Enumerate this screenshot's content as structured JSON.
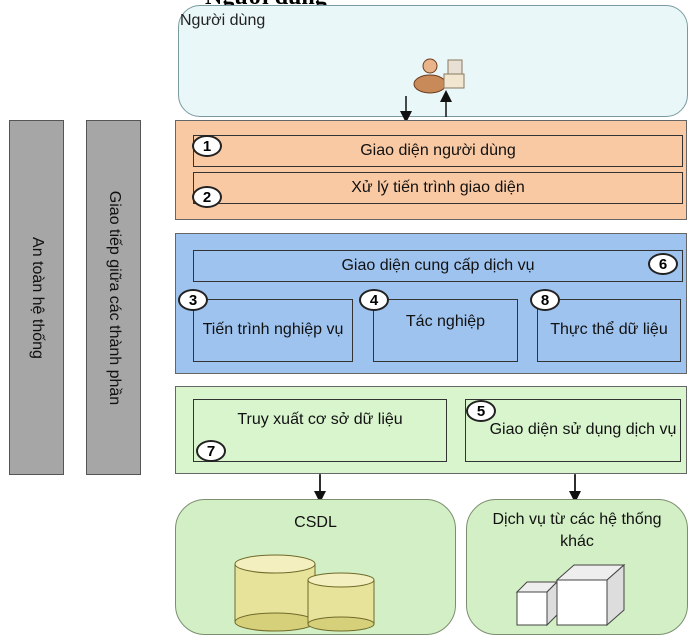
{
  "heading_partial": "Người dùng",
  "user_label": "Người dùng",
  "left_bars": [
    "An toàn hệ thống",
    "Giao tiếp giữa các thành phần"
  ],
  "presentation_layer": {
    "rows": [
      {
        "badge": "1",
        "label": "Giao diện người dùng"
      },
      {
        "badge": "2",
        "label": "Xử lý tiến trình giao diện"
      }
    ]
  },
  "business_layer": {
    "service_interface": {
      "badge": "6",
      "label": "Giao diện cung cấp dịch vụ"
    },
    "components": [
      {
        "badge": "3",
        "label": "Tiến trình nghiệp vụ"
      },
      {
        "badge": "4",
        "label": "Tác nghiệp"
      },
      {
        "badge": "8",
        "label": "Thực thể dữ liệu"
      }
    ]
  },
  "data_layer": {
    "components": [
      {
        "badge": "7",
        "label": "Truy xuất cơ sở dữ liệu"
      },
      {
        "badge": "5",
        "label": "Giao diện sử dụng dịch vụ"
      }
    ]
  },
  "bottom": {
    "database_label": "CSDL",
    "external_label": "Dịch vụ từ các hệ thống khác"
  },
  "colors": {
    "orange_band": "#f8c9a3",
    "blue_band": "#9fc3ef",
    "green_band": "#d9f5ce",
    "cylinder": "#e8e39a"
  }
}
